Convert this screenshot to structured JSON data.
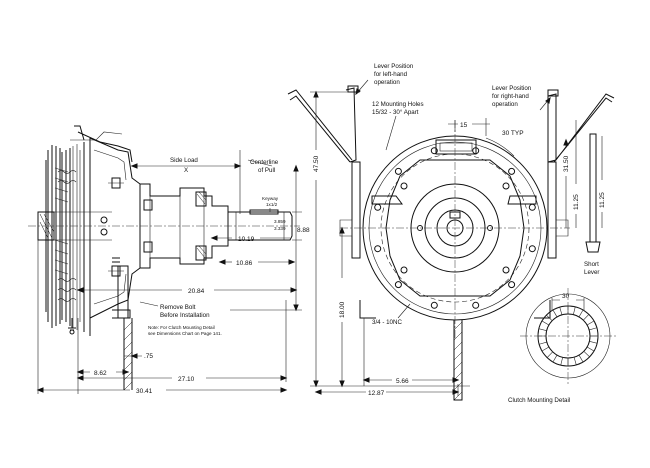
{
  "left_view": {
    "side_load_label": "Side Load",
    "side_load_x": "X",
    "centerline_label": "Centerline",
    "of_pull_label": "of Pull",
    "keyway_label": "Keyway",
    "keyway_size": "1x1/2",
    "shaft_dia_1": "3.859",
    "shaft_dia_2": "3.339",
    "dim_10_19": "10.19",
    "dim_8_88": "8.88",
    "dim_10_86": "10.86",
    "dim_20_84": "20.84",
    "dim_8_62": "8.62",
    "dim_27_10": "27.10",
    "dim_30_41": "30.41",
    "dim_75": ".75",
    "remove_bolt_label": "Remove Bolt",
    "before_install_label": "Before Installation",
    "note_line1": "Note: For Clutch Mounting Detail",
    "note_line2": "see Dimensions Chart on Page 141."
  },
  "right_view": {
    "lever_left_line1": "Lever Position",
    "lever_left_line2": "for left-hand",
    "lever_left_line3": "operation",
    "lever_right_line1": "Lever Position",
    "lever_right_line2": "for right-hand",
    "lever_right_line3": "operation",
    "mount_holes_line1": "12 Mounting Holes",
    "mount_holes_line2": "15/32 - 30° Apart",
    "dim_15": "15",
    "dim_30_typ": "30 TYP",
    "dim_47_50": "47.50",
    "dim_31_50": "31.50",
    "dim_11_25_a": "11.25",
    "dim_11_25_b": "11.25",
    "dim_18_00": "18.00",
    "thread_label": "3/4 - 10NC",
    "dim_5_66": "5.66",
    "dim_12_87": "12.87",
    "short_lever_line1": "Short",
    "short_lever_line2": "Lever"
  },
  "detail": {
    "dim_30": "30",
    "caption": "Clutch Mounting Detail"
  }
}
